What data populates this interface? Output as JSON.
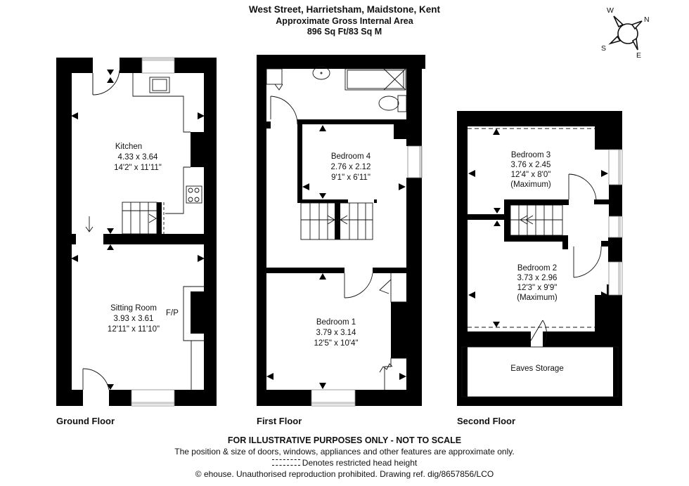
{
  "header": {
    "address": "West Street, Harrietsham, Maidstone, Kent",
    "subtitle": "Approximate Gross Internal Area",
    "area": "896 Sq Ft/83 Sq M"
  },
  "compass": {
    "icon": "compass-icon",
    "labels": {
      "north": "N",
      "east": "E",
      "south": "S",
      "west": "W"
    }
  },
  "floors": {
    "ground": {
      "label": "Ground Floor",
      "rooms": [
        {
          "name": "Kitchen",
          "metric": "4.33 x 3.64",
          "imperial": "14'2\" x 11'11\""
        },
        {
          "name": "Sitting Room",
          "metric": "3.93 x 3.61",
          "imperial": "12'11\" x 11'10\""
        }
      ],
      "annotations": {
        "fireplace": "F/P"
      }
    },
    "first": {
      "label": "First Floor",
      "rooms": [
        {
          "name": "Bedroom 4",
          "metric": "2.76 x 2.12",
          "imperial": "9'1\" x 6'11\""
        },
        {
          "name": "Bedroom 1",
          "metric": "3.79 x 3.14",
          "imperial": "12'5\" x 10'4\""
        }
      ]
    },
    "second": {
      "label": "Second Floor",
      "rooms": [
        {
          "name": "Bedroom 3",
          "metric": "3.76 x 2.45",
          "imperial": "12'4\" x 8'0\"",
          "note": "(Maximum)"
        },
        {
          "name": "Bedroom 2",
          "metric": "3.73 x 2.96",
          "imperial": "12'3\" x 9'9\"",
          "note": "(Maximum)"
        },
        {
          "name": "Eaves Storage"
        }
      ]
    }
  },
  "footer": {
    "disclaimer": "FOR ILLUSTRATIVE PURPOSES ONLY - NOT TO SCALE",
    "note": "The position & size of doors, windows, appliances and other features are approximate only.",
    "legend": "Denotes restricted head height",
    "copyright": "© ehouse. Unauthorised reproduction prohibited. Drawing ref. dig/8657856/LCO"
  },
  "colors": {
    "wall": "#000000",
    "line": "#111111",
    "background": "#ffffff",
    "window_line": "#888888"
  }
}
